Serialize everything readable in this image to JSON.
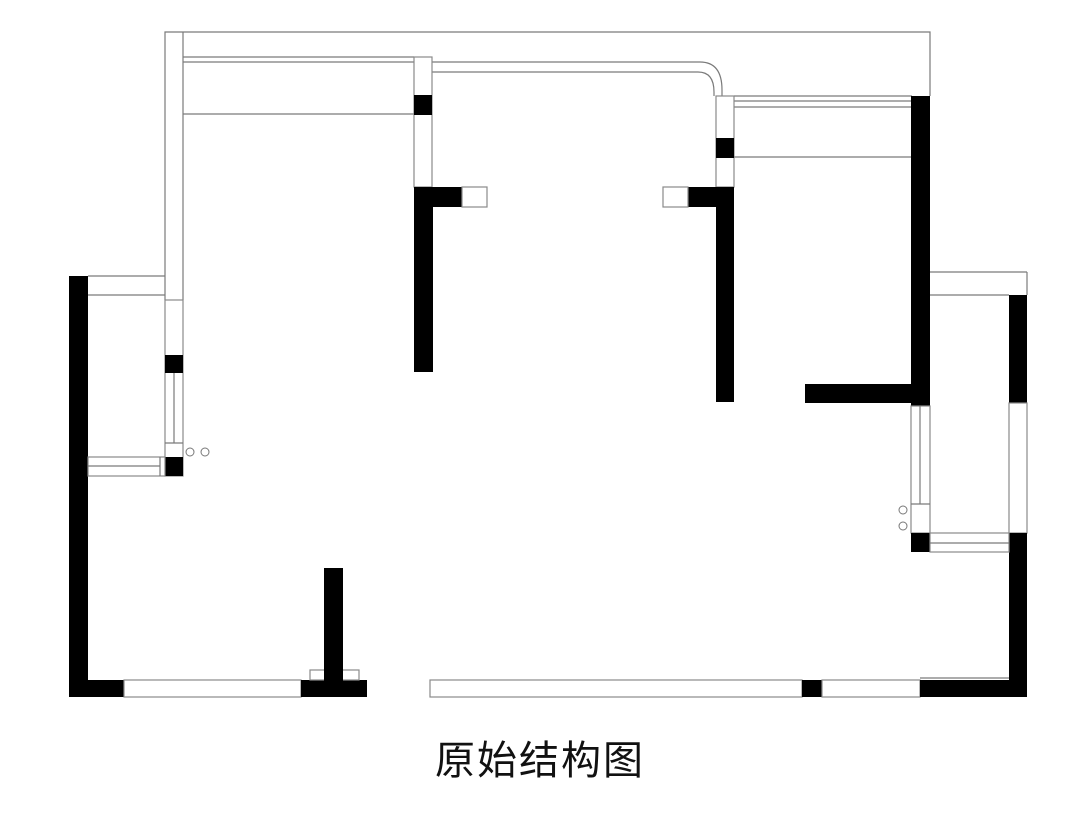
{
  "diagram": {
    "type": "floor-plan",
    "caption": "原始结构图",
    "colors": {
      "background": "#ffffff",
      "load_bearing_wall": "#000000",
      "partition_outline": "#8a8a8a"
    },
    "elements": {
      "walls_solid": 19,
      "windows": 6,
      "pipe_markers": 4
    }
  }
}
